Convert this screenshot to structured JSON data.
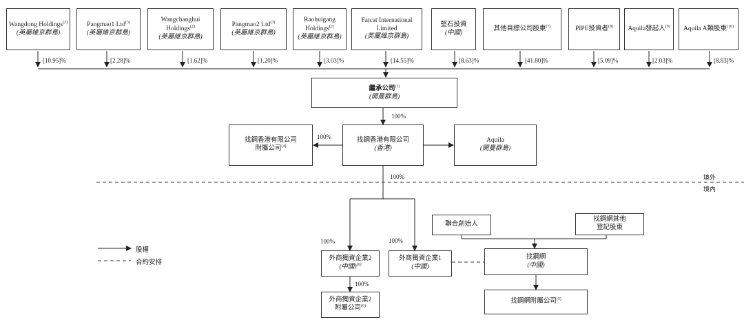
{
  "shareholders": [
    {
      "name": "Wangdong Holdings",
      "note": "(2)",
      "place": "(英屬維京群島)",
      "pct": "[10.95]%"
    },
    {
      "name": "Pangmao1 Ltd",
      "note": "(3)",
      "place": "(英屬維京群島)",
      "pct": "[2.28]%"
    },
    {
      "name": "Wangchanghui Holdings",
      "note": "(2)",
      "place": "(英屬維京群島)",
      "pct": "[1.62]%"
    },
    {
      "name": "Pangmao2 Ltd",
      "note": "(3)",
      "place": "(英屬維京群島)",
      "pct": "[1.20]%"
    },
    {
      "name": "Raohuigang Holdings",
      "note": "(2)",
      "place": "(英屬維京群島)",
      "pct": "[3.03]%"
    },
    {
      "name": "Fatcat International Limited",
      "note": "",
      "place": "(英屬維京群島)",
      "pct": "[14.55]%"
    },
    {
      "name": "堅石投資",
      "note": "",
      "place": "(中國)",
      "pct": "[8.63]%"
    },
    {
      "name": "其他目標公司股東",
      "note": "(7)",
      "place": "",
      "pct": "[41.80]%"
    },
    {
      "name": "PIPE投資者",
      "note": "(8)",
      "place": "",
      "pct": "[5.09]%"
    },
    {
      "name": "Aquila發起人",
      "note": "(9)",
      "place": "",
      "pct": "[2.03]%"
    },
    {
      "name": "Aquila A類股東",
      "note": "(10)",
      "place": "",
      "pct": "[8.83]%"
    }
  ],
  "entities": {
    "successor": {
      "name": "繼承公司",
      "note": "(1)",
      "place": "(開曼群島)"
    },
    "hk": {
      "name": "找鋼香港有限公司",
      "place": "(香港)"
    },
    "hk_sub": {
      "name": "找鋼香港有限公司",
      "name2": "附屬公司",
      "note": "(4)"
    },
    "aquila": {
      "name": "Aquila",
      "place": "(開曼群島)"
    },
    "wfoe2": {
      "name": "外商獨資企業2",
      "note": "",
      "place": "(中國)",
      "place_note": "(6)"
    },
    "wfoe1": {
      "name": "外商獨資企業1",
      "place": "(中國)"
    },
    "wfoe2_sub": {
      "name": "外商獨資企業2",
      "name2": "附屬公司",
      "note": "(6)"
    },
    "cofounder": {
      "name": "聯合創始人"
    },
    "other_reg": {
      "name": "找鋼網其他",
      "name2": "登記股東"
    },
    "zgw": {
      "name": "找鋼網",
      "place": "(中國)"
    },
    "zgw_sub": {
      "name": "找鋼網附屬公司",
      "note": "(5)"
    }
  },
  "percentages": {
    "successor_to_hk": "100%",
    "hk_to_sub": "100%",
    "hk_down": "100%",
    "to_wfoe2": "100%",
    "to_wfoe1": "100%",
    "wfoe2_to_sub": "100%"
  },
  "divider": {
    "offshore": "境外",
    "onshore": "境內"
  },
  "legend": {
    "equity": "股權",
    "contract": "合約安排"
  }
}
